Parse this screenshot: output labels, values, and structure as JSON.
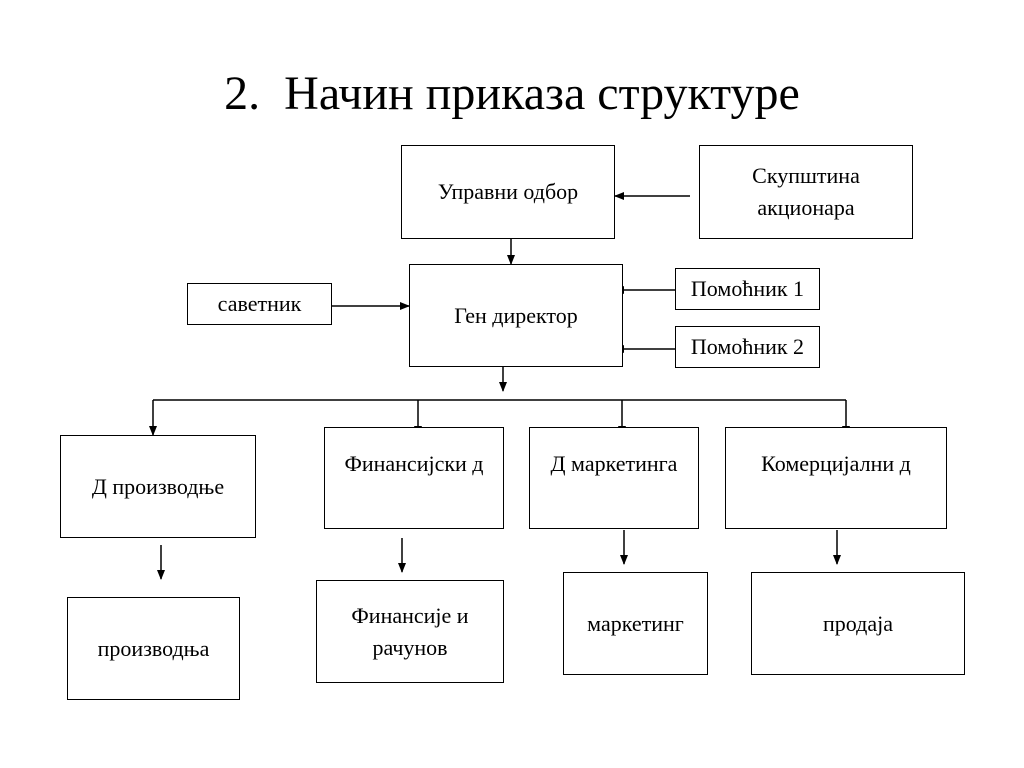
{
  "title": "2.  Начин приказа структуре",
  "boxes": {
    "board": "Управни одбор",
    "assembly": "Скупштина\nакционара",
    "advisor": "саветник",
    "gen_director": "Ген директор",
    "assistant1": "Помоћник 1",
    "assistant2": "Помоћник 2",
    "dir_production": "Д производње",
    "dir_finance": "Финансијски д",
    "dir_marketing": "Д маркетинга",
    "dir_commercial": "Комерцијални д",
    "production": "производња",
    "finance_accounts": "Финансије и\nрачунов",
    "marketing": "маркетинг",
    "sales": "продаја"
  }
}
